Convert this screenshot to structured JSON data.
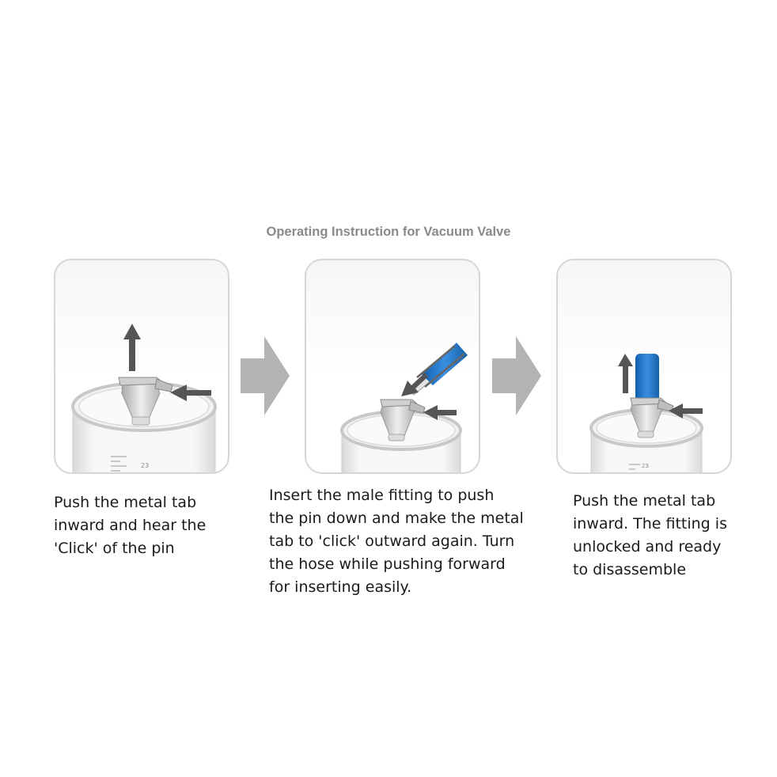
{
  "title": "Operating Instruction for Vacuum Valve",
  "steps": [
    {
      "caption": "Push the metal tab\ninward and hear the\n 'Click' of the pin",
      "cylinder_mark": "23"
    },
    {
      "caption": "Insert the male fitting to push\nthe pin down and make the metal\ntab to 'click' outward again. Turn\nthe hose while pushing forward\nfor inserting easily."
    },
    {
      "caption": "Push the metal tab\ninward. The fitting is\nunlocked and ready\nto disassemble",
      "cylinder_mark": "23"
    }
  ],
  "colors": {
    "title": "#8a8a8a",
    "panel_border": "#d6d6d6",
    "arrow_gray": "#b3b3b3",
    "indicator_arrow": "#555555",
    "hose_blue": "#1e73c9",
    "valve_metal": "#c9c9c9"
  }
}
